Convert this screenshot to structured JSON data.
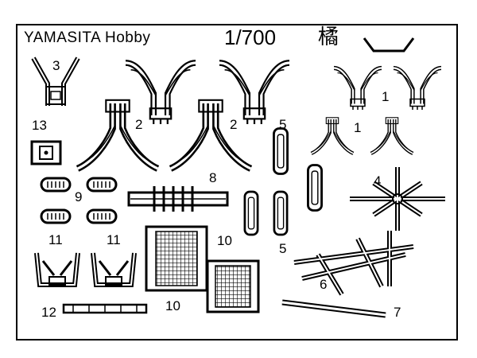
{
  "header": {
    "brand": "YAMASITA  Hobby",
    "scale": "1/700",
    "ship_name": "橘"
  },
  "part_numbers": {
    "p1a": "1",
    "p1b": "1",
    "p2a": "2",
    "p2b": "2",
    "p3": "3",
    "p4": "4",
    "p5a": "5",
    "p5b": "5",
    "p6": "6",
    "p7": "7",
    "p8": "8",
    "p9": "9",
    "p10a": "10",
    "p10b": "10",
    "p11a": "11",
    "p11b": "11",
    "p12": "12",
    "p13": "13"
  },
  "colors": {
    "ink": "#000000",
    "paper": "#ffffff"
  }
}
